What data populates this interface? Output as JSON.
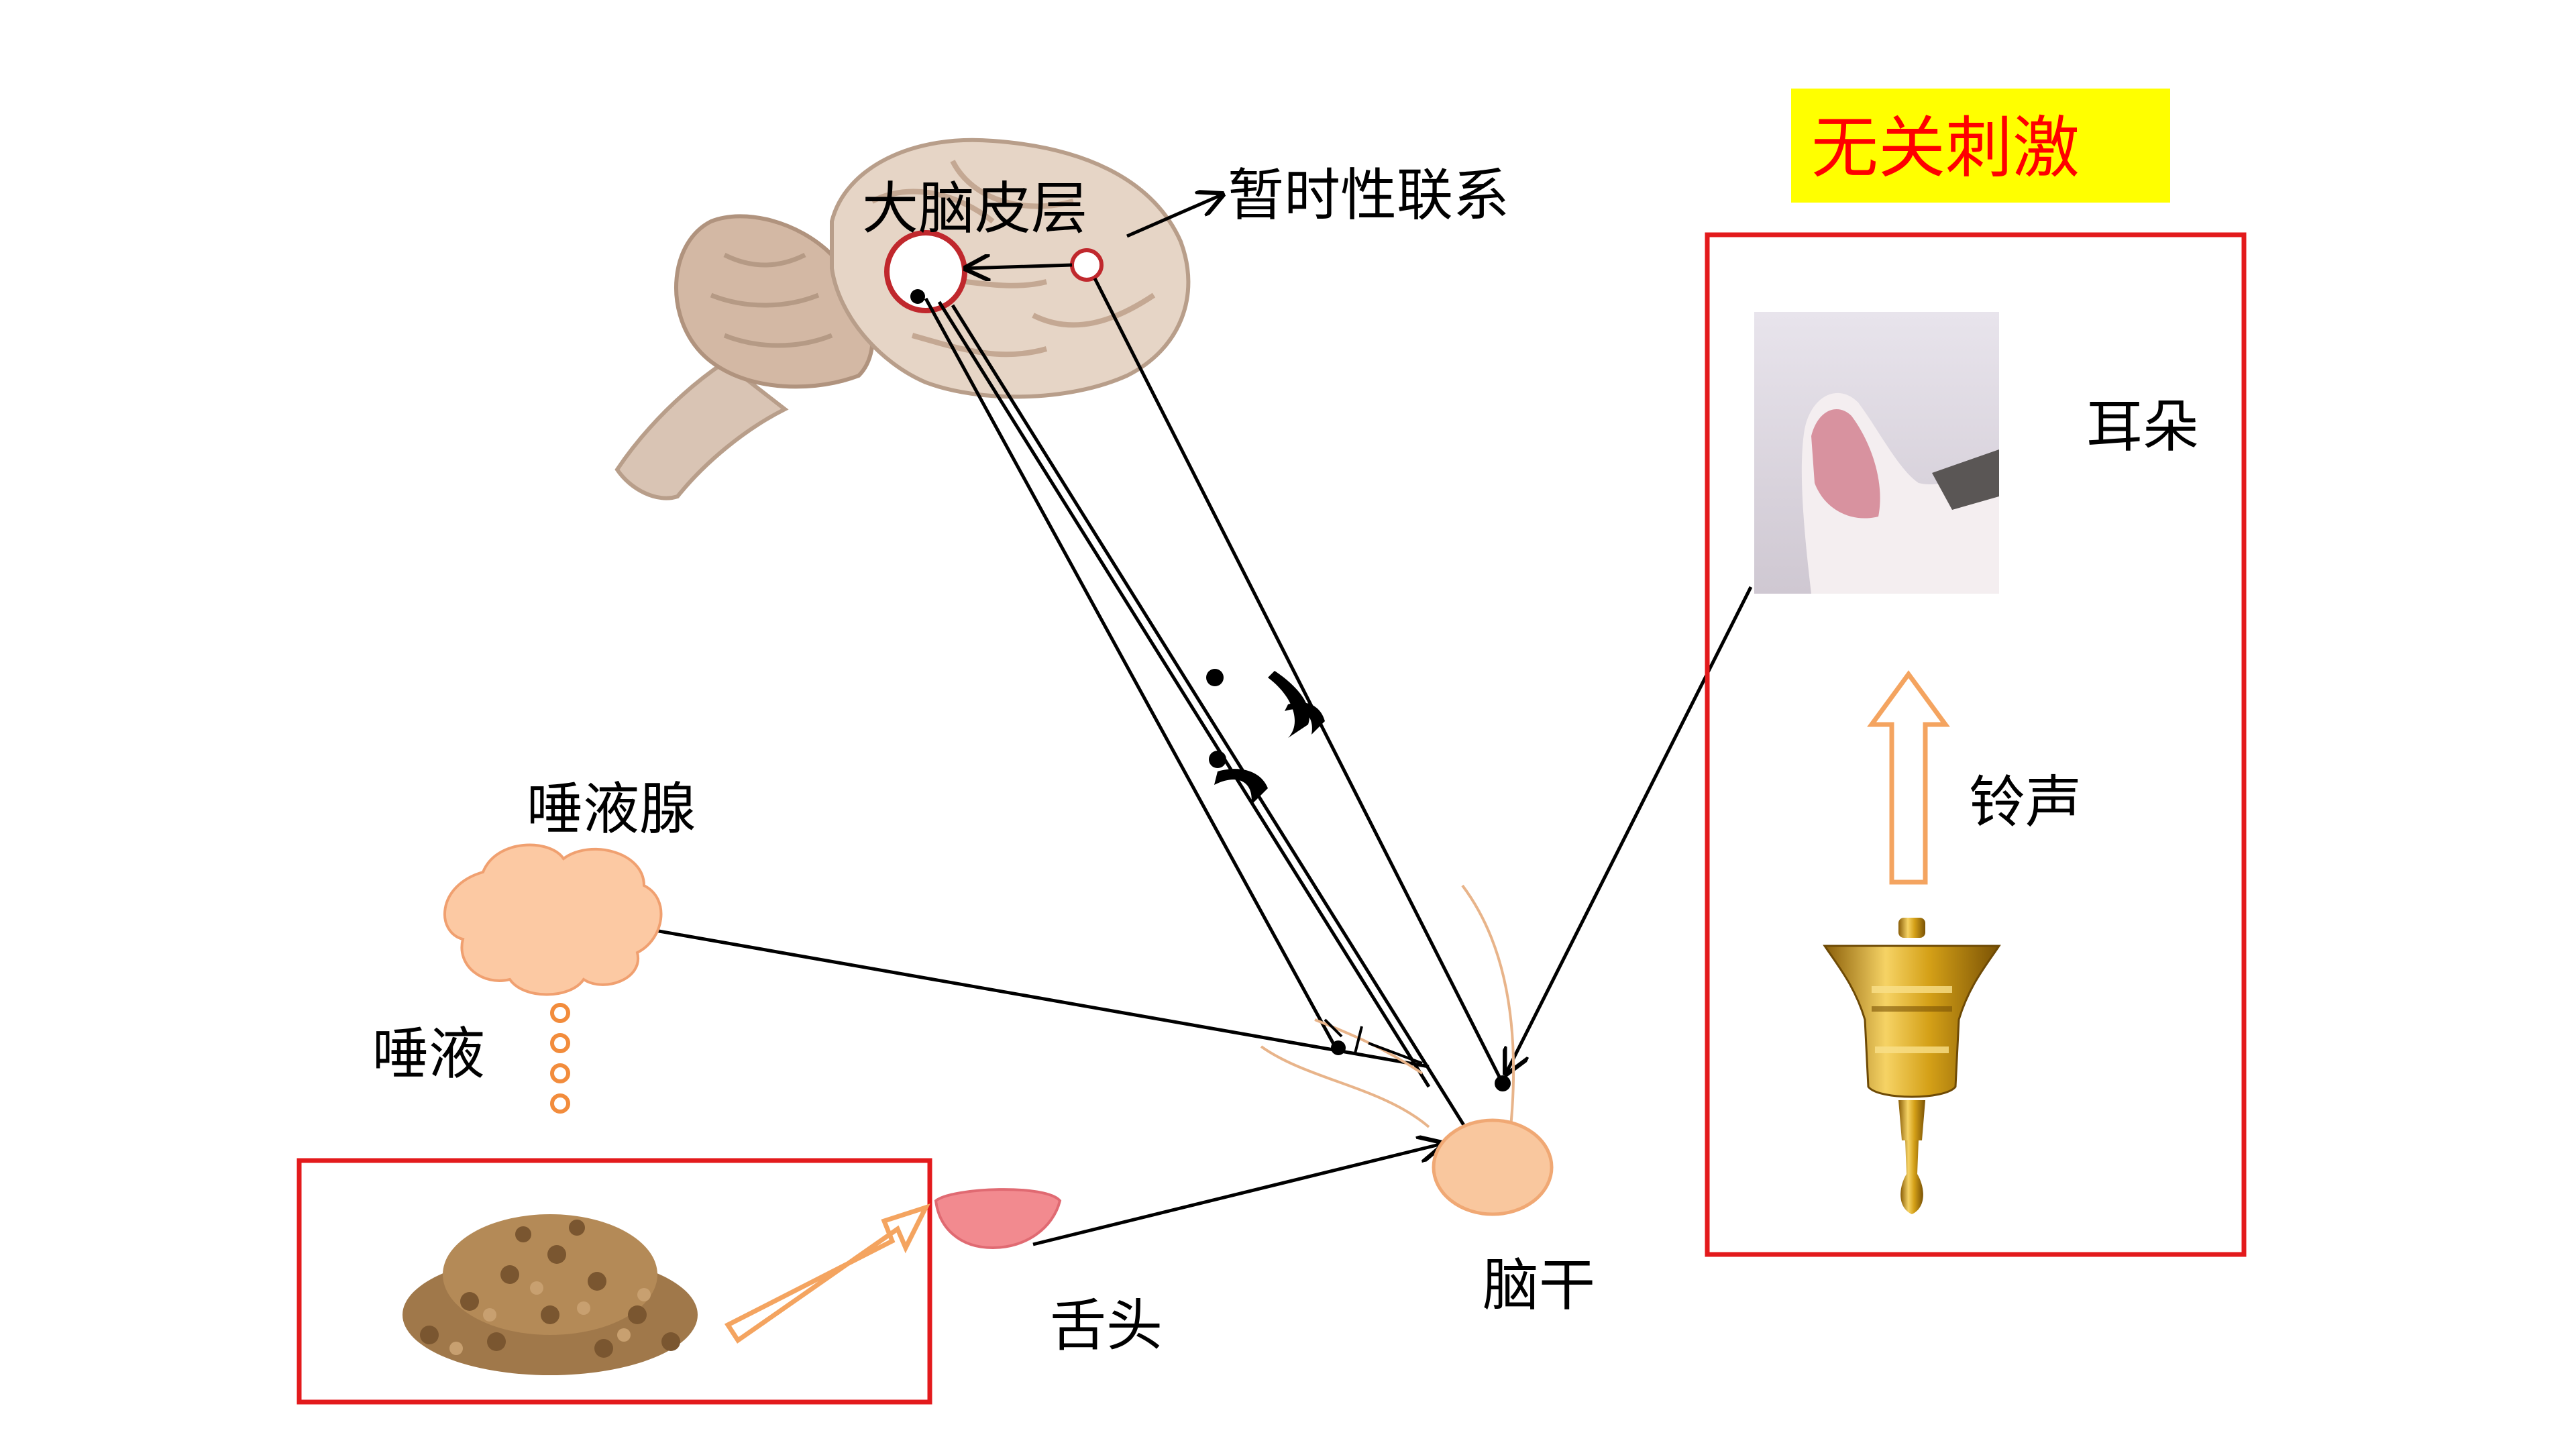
{
  "labels": {
    "cortex": "大脑皮层",
    "temporary_connection": "暂时性联系",
    "irrelevant_stimulus": "无关刺激",
    "ear": "耳朵",
    "bell_sound": "铃声",
    "salivary_gland": "唾液腺",
    "saliva": "唾液",
    "tongue": "舌头",
    "brainstem": "脑干"
  },
  "colors": {
    "box_border": "#e31a1c",
    "title_bg": "#ffff00",
    "title_text": "#ff0000",
    "arrow_orange": "#f4a460",
    "gland_fill": "#fcc9a3",
    "brainstem_fill": "#f9c79e",
    "tongue_fill": "#f28a8f",
    "bell_gold": "#d4a017",
    "food_brown": "#a0784a",
    "line": "#000000"
  },
  "icons": {
    "brain": "brain-illustration",
    "ear": "cat-ear-photo",
    "bell": "gold-bell-icon",
    "food": "kibble-pile-icon",
    "tongue": "tongue-icon"
  }
}
